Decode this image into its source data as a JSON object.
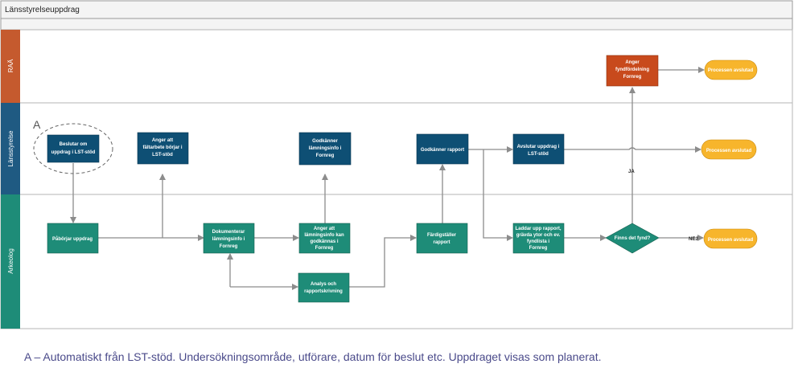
{
  "title": "Länsstyrelseuppdrag",
  "lanes": {
    "raa": "RAÄ",
    "lst": "Länsstyrelse",
    "ark": "Arkeolog"
  },
  "marker_a": "A",
  "nodes": {
    "beslutar": [
      "Beslutar om",
      "uppdrag i LST-stöd"
    ],
    "anger_faltarbete": [
      "Anger att",
      "fältarbete börjar i",
      "LST-stöd"
    ],
    "godkanner_lamning": [
      "Godkänner",
      "lämningsinfo i",
      "Fornreg"
    ],
    "godkanner_rapport": [
      "Godkänner rapport"
    ],
    "avslutar": [
      "Avslutar uppdrag i",
      "LST-stöd"
    ],
    "anger_fynd": [
      "Anger",
      "fyndfördelning",
      "Fornreg"
    ],
    "paborjar": [
      "Påbörjar uppdrag"
    ],
    "dokumenterar": [
      "Dokumenterar",
      "lämningsinfo i",
      "Fornreg"
    ],
    "anger_godkannas": [
      "Anger att",
      "lämningsinfo kan",
      "godkännas i",
      "Fornreg"
    ],
    "analys": [
      "Analys och",
      "rapportskrivning"
    ],
    "fardigstaller": [
      "Färdigställer",
      "rapport"
    ],
    "laddar": [
      "Laddar upp rapport,",
      "grävda ytor och ev.",
      "fyndlista i",
      "Fornreg"
    ],
    "finns_fynd": [
      "Finns det fynd?"
    ],
    "end_raa": "Processen avslutad",
    "end_lst": "Processen avslutad",
    "end_ark": "Processen avslutad"
  },
  "edge_labels": {
    "ja": "JA",
    "nej": "NEJ"
  },
  "caption": "A – Automatiskt från LST-stöd. Undersökningsområde, utförare, datum för beslut etc. Uppdraget visas som planerat.",
  "colors": {
    "raa": "#c55a2e",
    "lst": "#1f5a82",
    "ark": "#1e8c78",
    "end": "#f7b52c",
    "decision": "#1e8c78",
    "raa_box": "#c84a1c",
    "lst_box": "#0e4f74",
    "ark_box": "#1e8c78"
  }
}
